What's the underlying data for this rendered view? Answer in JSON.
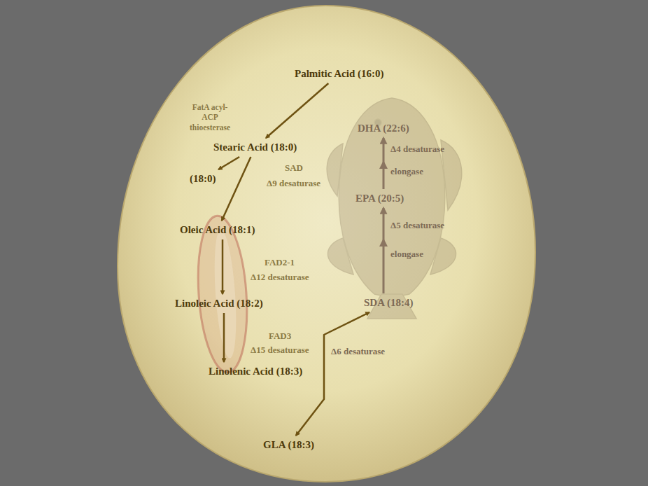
{
  "diagram": {
    "nodes": [
      {
        "text": [
          "Palmitic Acid (16:0)"
        ]
      },
      {
        "text": [
          "Stearic Acid (18:0)"
        ]
      },
      {
        "text": [
          "(18:0)"
        ]
      },
      {
        "text": [
          "Oleic Acid (18:1)"
        ]
      },
      {
        "text": [
          "Linoleic Acid (18:2)"
        ]
      },
      {
        "text": [
          "Linolenic Acid (18:3)"
        ]
      },
      {
        "text": [
          "GLA (18:3)"
        ]
      },
      {
        "text": [
          "SDA (18:4)"
        ]
      },
      {
        "text": [
          "EPA (20:5)"
        ]
      },
      {
        "text": [
          "DHA (22:6)"
        ]
      }
    ],
    "edges": [
      {
        "from": 0,
        "to": 1,
        "label": "FatA acyl-ACP thioesterase",
        "arrow": "to"
      },
      {
        "from": 1,
        "to": 2,
        "arrow": "to"
      },
      {
        "from": 1,
        "to": 3,
        "label": "Δ9 desaturase",
        "arrow": "to"
      },
      {
        "from": 3,
        "to": 4,
        "label": "Δ12 desaturase",
        "arrow": "to"
      },
      {
        "from": 4,
        "to": 5,
        "label": "Δ15 desaturase",
        "arrow": "to"
      },
      {
        "from": 6,
        "to": 7,
        "label": "Δ6 desaturase",
        "arrow": "both"
      },
      {
        "from": 7,
        "to": 8,
        "arrow": "to"
      },
      {
        "from": 8,
        "to": 9,
        "arrow": "to"
      }
    ],
    "labels": [
      "SAD",
      "FAD2-1",
      "FAD3",
      "elongase",
      "Δ5 desaturase",
      "elongase",
      "Δ4 desaturase"
    ]
  }
}
